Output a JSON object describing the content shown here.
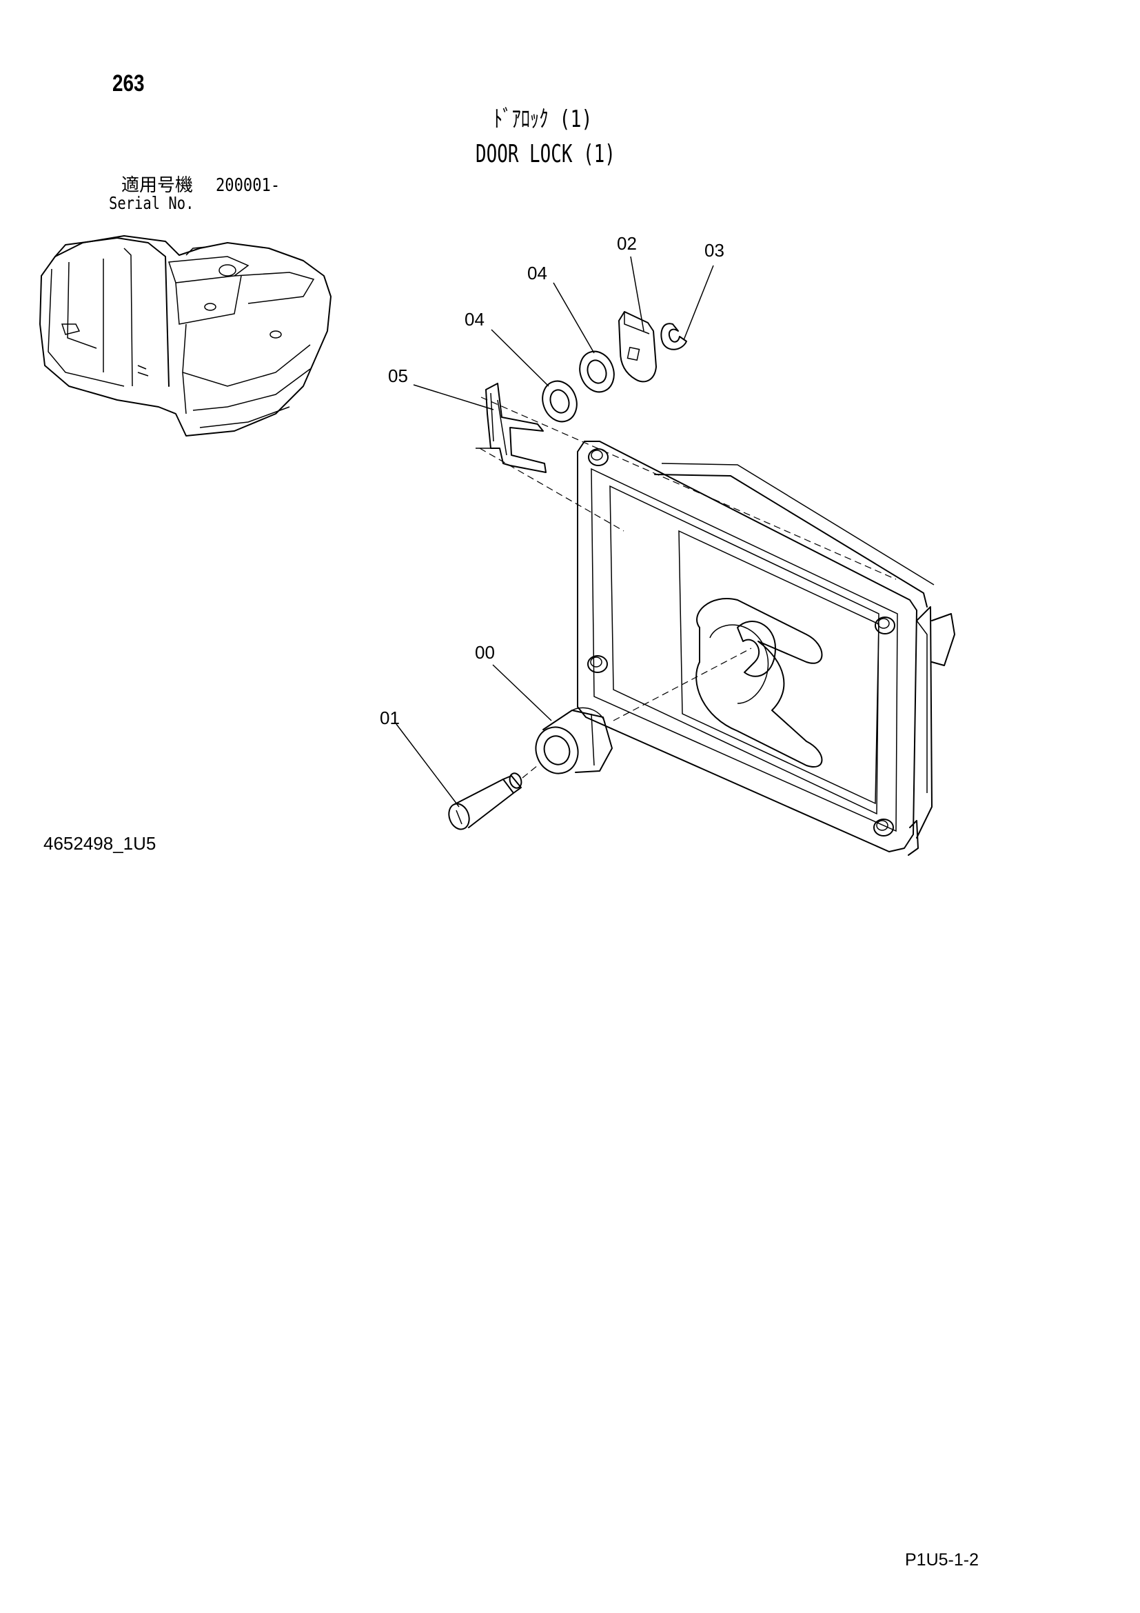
{
  "page": {
    "number": "263",
    "title_jp": "ﾄﾞｱﾛｯｸ (1)",
    "title_en": "DOOR LOCK (1)",
    "serial_label_jp": "適用号機",
    "serial_value": "200001-",
    "serial_label_en": "Serial No.",
    "figure_id": "4652498_1U5",
    "page_code": "P1U5-1-2"
  },
  "parts": {
    "p00": "00",
    "p01": "01",
    "p02": "02",
    "p03": "03",
    "p04a": "04",
    "p04b": "04",
    "p05": "05"
  },
  "icons": {
    "machine_thumbnail": "excavator-location-icon"
  }
}
